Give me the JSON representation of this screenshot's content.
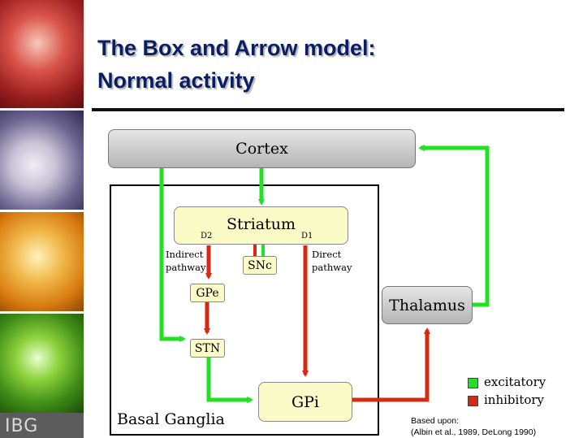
{
  "sidebar": {
    "logo_text": "IBG"
  },
  "title": {
    "line1": "The Box and Arrow model:",
    "line2": "Normal activity"
  },
  "diagram": {
    "cortex": "Cortex",
    "basal_ganglia": "Basal Ganglia",
    "striatum": "Striatum",
    "d2": "D2",
    "d1": "D1",
    "snc": "SNc",
    "indirect_pathway": [
      "Indirect",
      "pathway"
    ],
    "direct_pathway": [
      "Direct",
      "pathway"
    ],
    "gpe": "GPe",
    "stn": "STN",
    "gpi": "GPi",
    "thalamus": "Thalamus"
  },
  "legend": {
    "excitatory": {
      "label": "excitatory",
      "color": "#22e022"
    },
    "inhibitory": {
      "label": "inhibitory",
      "color": "#d42a14"
    }
  },
  "source": {
    "line1": "Based upon:",
    "line2": "(Albin et al., 1989, DeLong 1990)"
  }
}
